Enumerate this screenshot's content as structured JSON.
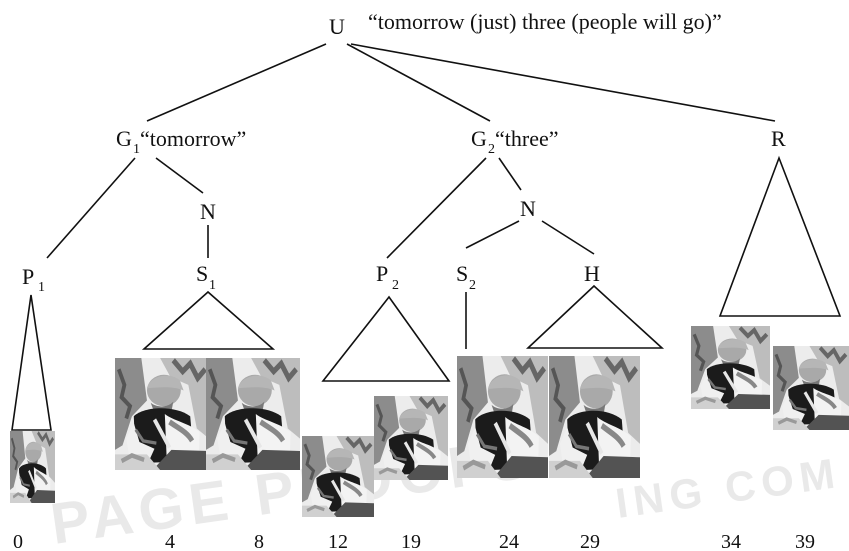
{
  "root": {
    "label": "U",
    "quote": "“tomorrow (just) three (people will go)”"
  },
  "g1": {
    "label": "G",
    "sub": "1",
    "quote": "“tomorrow”"
  },
  "g2": {
    "label": "G",
    "sub": "2",
    "quote": "“three”"
  },
  "r": {
    "label": "R"
  },
  "n1": {
    "label": "N"
  },
  "n2": {
    "label": "N"
  },
  "p1": {
    "label": "P",
    "sub": "1"
  },
  "s1": {
    "label": "S",
    "sub": "1"
  },
  "p2": {
    "label": "P",
    "sub": "2"
  },
  "s2": {
    "label": "S",
    "sub": "2"
  },
  "h": {
    "label": "H"
  },
  "frame_numbers": [
    "0",
    "4",
    "8",
    "12",
    "19",
    "24",
    "29",
    "34",
    "39"
  ],
  "watermark": {
    "line1": "PAGE PROOFS",
    "line2": "ING COM"
  }
}
